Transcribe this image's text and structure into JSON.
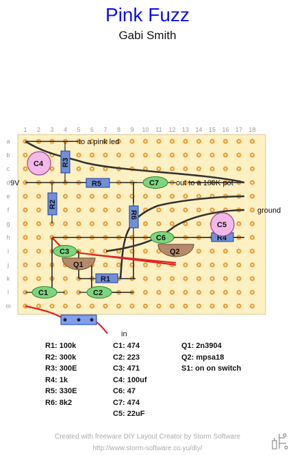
{
  "title": "Pink Fuzz",
  "author": "Gabi Smith",
  "columns": [
    "1",
    "2",
    "3",
    "4",
    "5",
    "6",
    "7",
    "8",
    "9",
    "10",
    "11",
    "12",
    "13",
    "14",
    "15",
    "16",
    "17",
    "18"
  ],
  "rows": [
    "a",
    "b",
    "c",
    "d",
    "e",
    "f",
    "g",
    "h",
    "i",
    "j",
    "k",
    "l",
    "m"
  ],
  "labels": {
    "pink_led": "to a pink led",
    "v9": "9V",
    "out_pot": "out to a 100K pot",
    "ground": "ground",
    "input": "in"
  },
  "components": {
    "R1": "R1",
    "R2": "R2",
    "R3": "R3",
    "R4": "R4",
    "R5": "R5",
    "R6": "R6",
    "C1": "C1",
    "C2": "C2",
    "C3": "C3",
    "C4": "C4",
    "C5": "C5",
    "C6": "C6",
    "C7": "C7",
    "Q1": "Q1",
    "Q2": "Q2"
  },
  "bom": {
    "col1": [
      "R1: 100k",
      "R2: 300k",
      "R3: 300E",
      "R4: 1k",
      "R5: 330E",
      "R6: 8k2"
    ],
    "col2": [
      "C1: 474",
      "C2: 223",
      "C3: 471",
      "C4: 100uf",
      "C6: 47",
      "C7: 474",
      "C5: 22uF"
    ],
    "col3": [
      "Q1: 2n3904",
      "Q2: mpsa18",
      "S1: on on switch"
    ]
  },
  "colors": {
    "board": "#fdf0c2",
    "pad": "#e8a23c",
    "resistor": "#6f8fd8",
    "capacitor": "#7fd47f",
    "electrolytic": "#f2b8e8",
    "transistor": "#b58a6a",
    "jumper_red": "#e02020",
    "wire_dark": "#333333",
    "title": "#1010e0"
  },
  "footer": {
    "line1": "Created with freeware DIY Layout Creator by Storm Software",
    "line2": "http://www.storm-software.co.yu/diy/"
  }
}
